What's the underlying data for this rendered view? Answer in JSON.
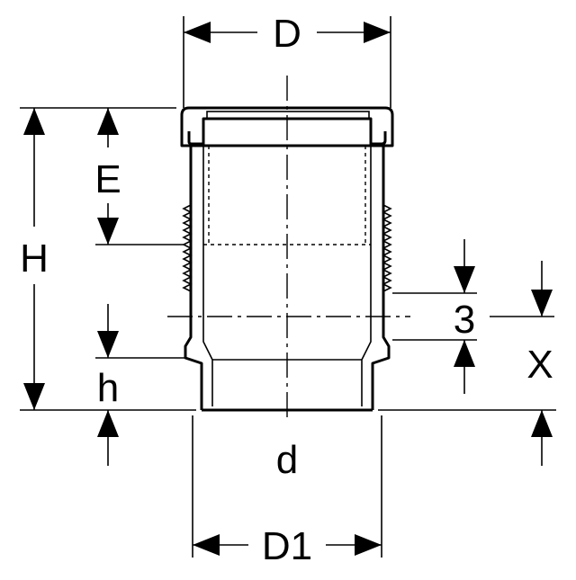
{
  "labels": {
    "D": "D",
    "E": "E",
    "H": "H",
    "three": "3",
    "X": "X",
    "h": "h",
    "d": "d",
    "D1": "D1"
  }
}
